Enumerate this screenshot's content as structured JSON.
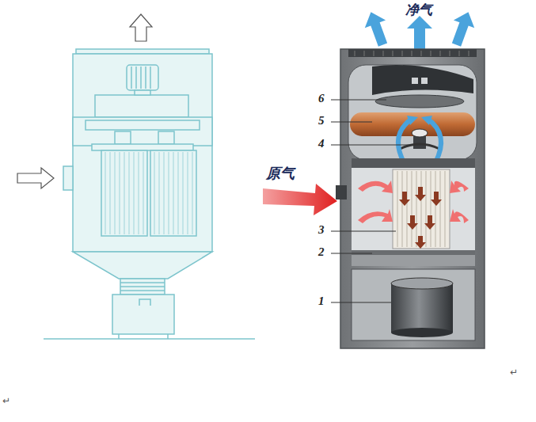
{
  "diagram": {
    "labels": [
      "净气",
      "原气",
      "6",
      "5",
      "4",
      "3",
      "2",
      "1",
      "↵",
      "↵"
    ]
  }
}
